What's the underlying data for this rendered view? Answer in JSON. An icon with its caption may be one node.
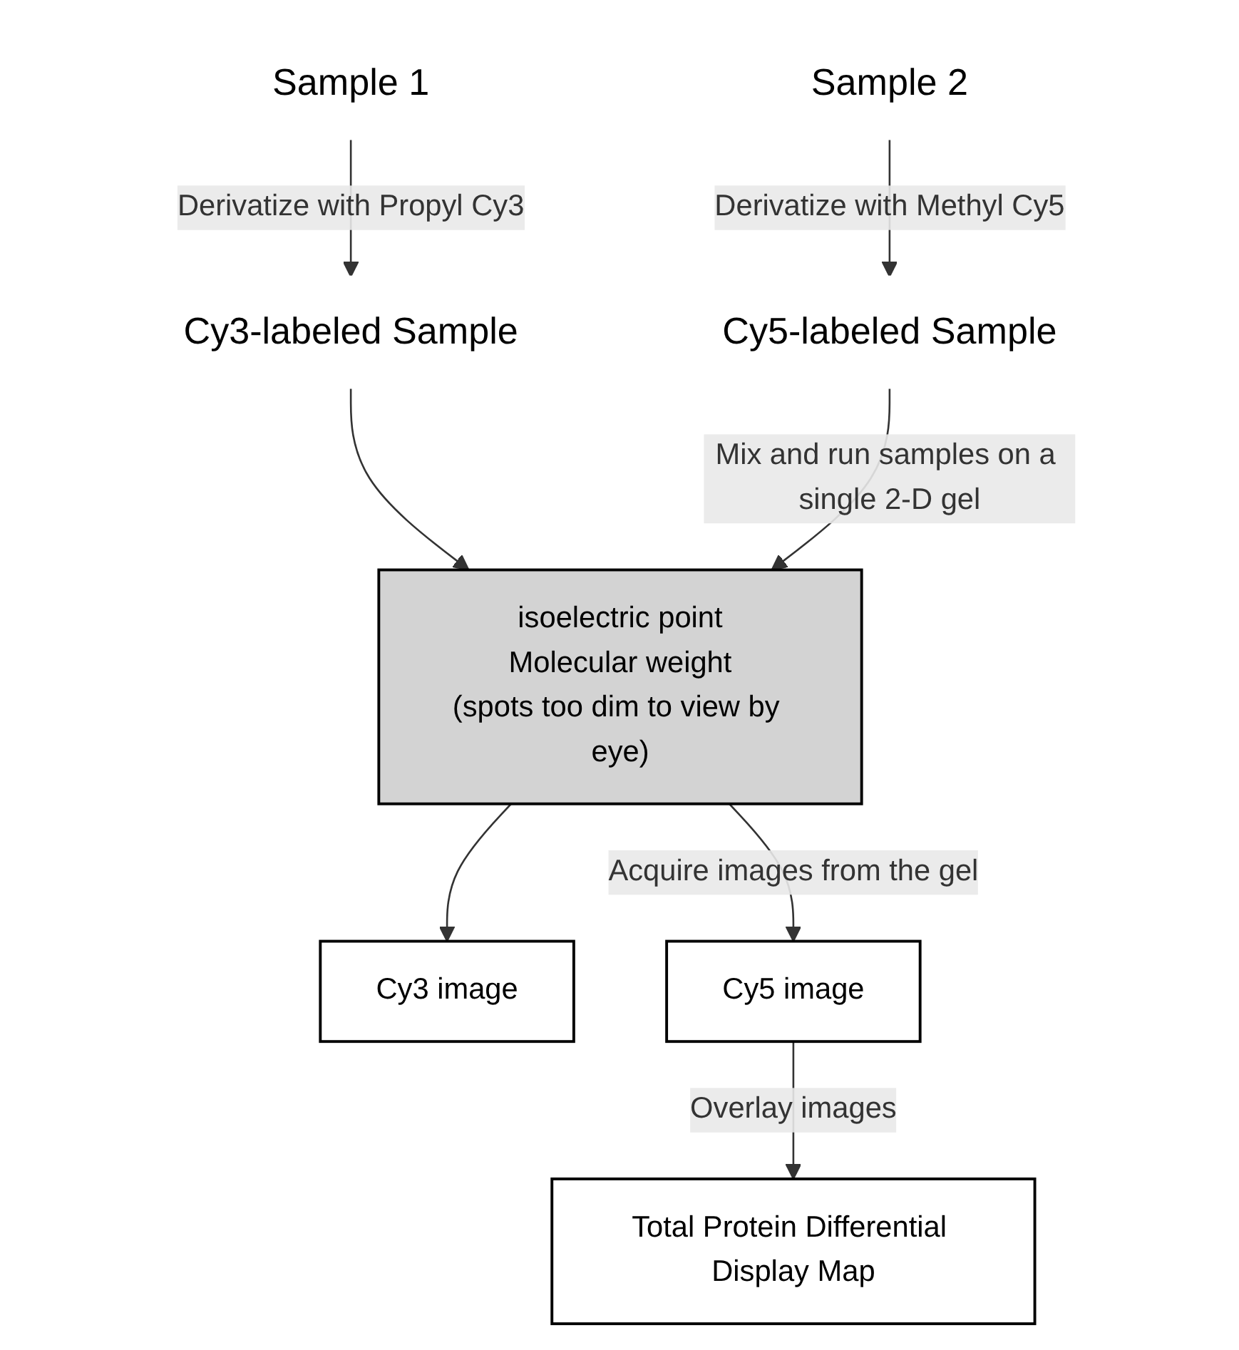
{
  "diagram": {
    "nodes": [
      {
        "text": [
          "Sample 1"
        ]
      },
      {
        "text": [
          "Sample 2"
        ]
      },
      {
        "text": [
          "Cy3-labeled Sample"
        ]
      },
      {
        "text": [
          "Cy5-labeled Sample"
        ]
      },
      {
        "text": [
          "isoelectric point",
          "Molecular weight",
          "(spots too dim to view by eye)"
        ]
      },
      {
        "text": [
          "Cy3 image"
        ]
      },
      {
        "text": [
          "Cy5 image"
        ]
      },
      {
        "text": [
          "Total Protein Differential Display Map"
        ]
      }
    ],
    "edges": [
      {
        "from": 0,
        "to": 2,
        "arrow": "to",
        "label": "Derivatize with Propyl Cy3"
      },
      {
        "from": 1,
        "to": 3,
        "arrow": "to",
        "label": "Derivatize with Methyl Cy5"
      },
      {
        "from": 2,
        "to": 4,
        "arrow": "to"
      },
      {
        "from": 3,
        "to": 4,
        "arrow": "to",
        "label": "Mix and run samples on a single 2-D gel"
      },
      {
        "from": 4,
        "to": 5,
        "arrow": "to"
      },
      {
        "from": 4,
        "to": 6,
        "arrow": "to",
        "label": "Acquire images from the gel"
      },
      {
        "from": 6,
        "to": 7,
        "arrow": "to",
        "label": "Overlay images"
      }
    ]
  }
}
